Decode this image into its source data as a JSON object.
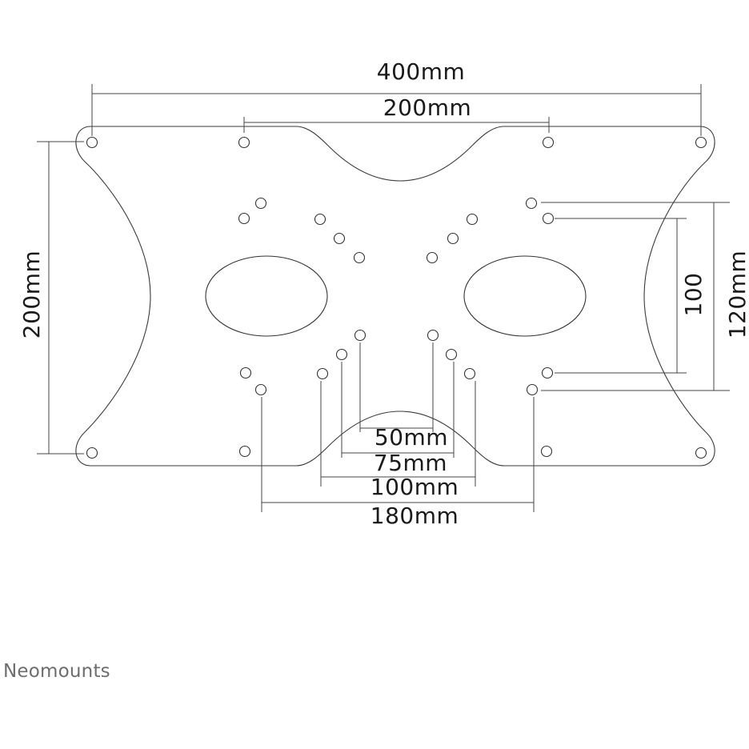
{
  "brand": {
    "name": "Neomounts"
  },
  "dimensions": {
    "overall_width": "400mm",
    "inner_width": "200mm",
    "overall_height": "200mm",
    "right_outer_height": "120mm",
    "right_inner_height": "100",
    "bottom_50": "50mm",
    "bottom_75": "75mm",
    "bottom_100": "100mm",
    "bottom_180": "180mm"
  },
  "colors": {
    "line": "#3a3a3a",
    "text": "#1a1a1a",
    "brand": "#6d6d6d",
    "background": "#ffffff"
  }
}
